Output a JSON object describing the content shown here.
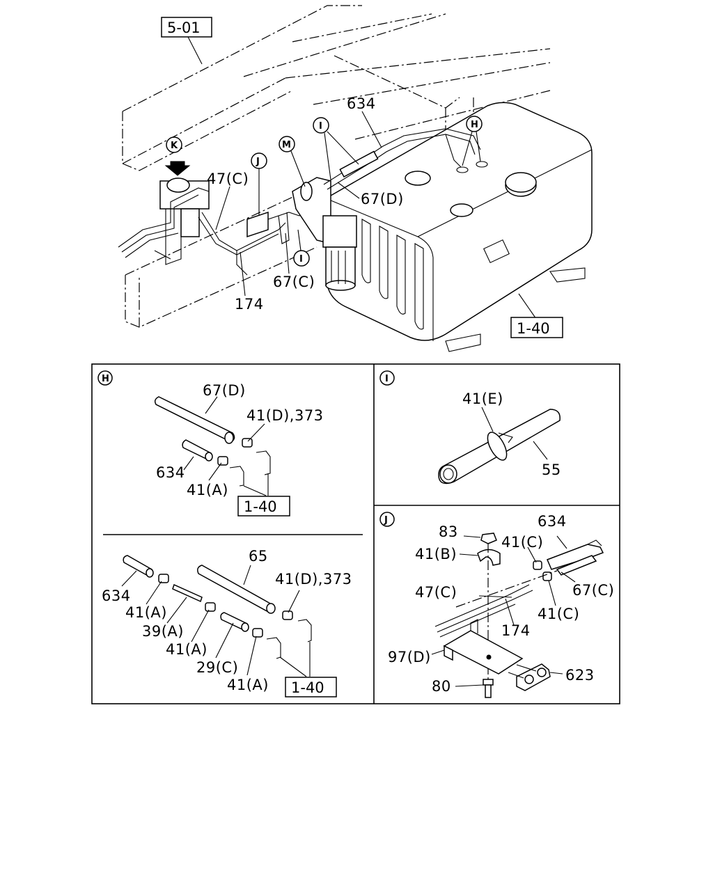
{
  "main_view": {
    "ref_top": "5-01",
    "ref_bottom": "1-40",
    "callouts": {
      "K": "K",
      "J": "J",
      "M": "M",
      "I_top": "I",
      "I_mid": "I",
      "H": "H"
    },
    "labels": {
      "p634": "634",
      "p47c": "47(C)",
      "p67d": "67(D)",
      "p67c": "67(C)",
      "p174": "174"
    }
  },
  "panel_h": {
    "tag": "H",
    "top": {
      "l67d": "67(D)",
      "l41d": "41(D),373",
      "l634": "634",
      "l41a": "41(A)",
      "ref": "1-40"
    },
    "bottom": {
      "l65": "65",
      "l41d": "41(D),373",
      "l634": "634",
      "l41a1": "41(A)",
      "l39a": "39(A)",
      "l41a2": "41(A)",
      "l29c": "29(C)",
      "l41a3": "41(A)",
      "ref": "1-40"
    }
  },
  "panel_i": {
    "tag": "I",
    "l41e": "41(E)",
    "l55": "55"
  },
  "panel_j": {
    "tag": "J",
    "l83": "83",
    "l634": "634",
    "l41c_top": "41(C)",
    "l41b": "41(B)",
    "l47c": "47(C)",
    "l67c": "67(C)",
    "l41c_bot": "41(C)",
    "l174": "174",
    "l97d": "97(D)",
    "l623": "623",
    "l80": "80"
  }
}
